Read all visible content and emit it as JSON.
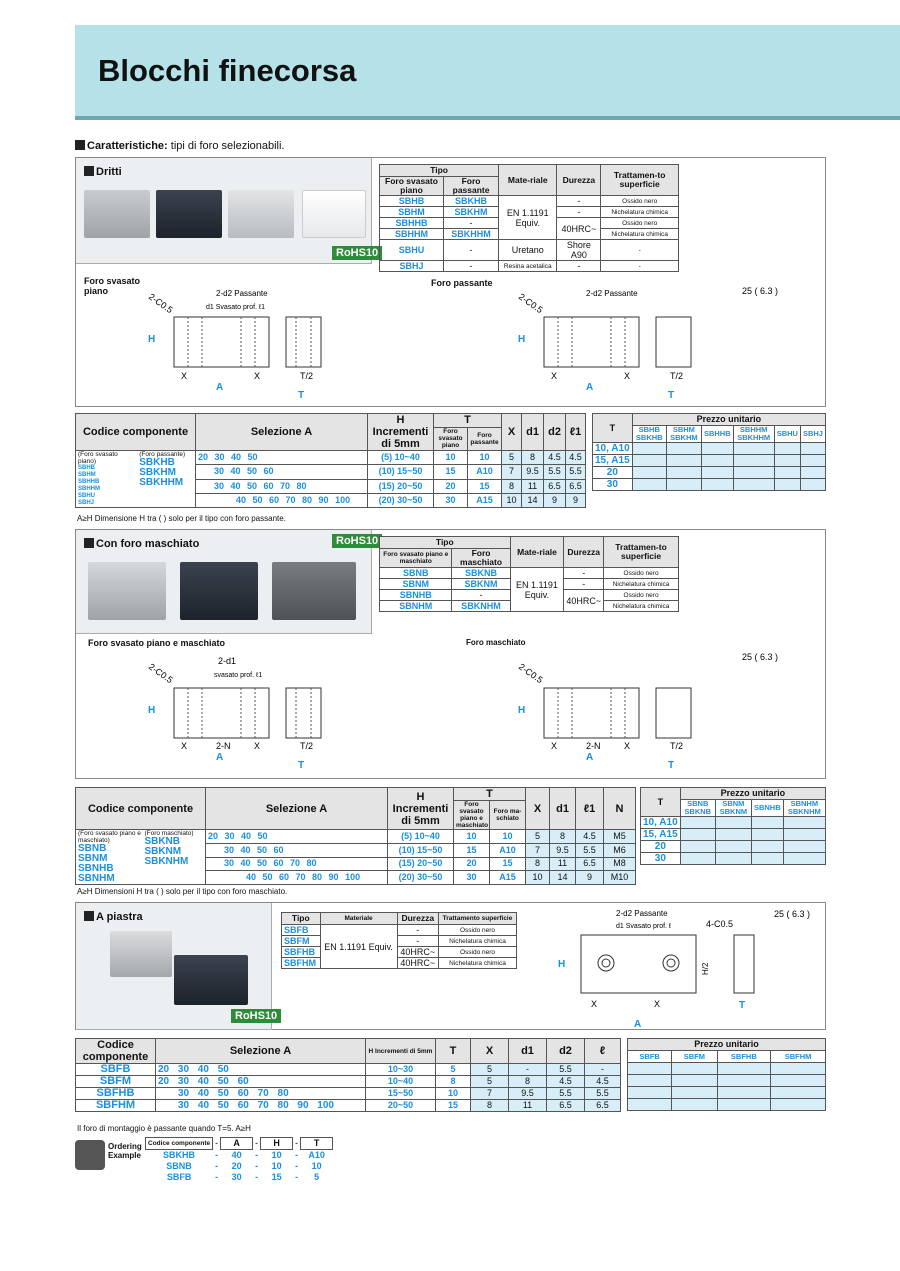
{
  "title": "Blocchi finecorsa",
  "features": {
    "label": "Caratteristiche:",
    "text": "tipi di foro selezionabili."
  },
  "s1": {
    "label": "Dritti",
    "rohs": "RoHS10",
    "type_header": {
      "tipo": "Tipo",
      "c1": "Foro svasato piano",
      "c2": "Foro passante",
      "mat": "Mate-riale",
      "dur": "Durezza",
      "tr": "Trattamen-to superficie"
    },
    "types": [
      [
        "SBHB",
        "SBKHB",
        "-",
        "Ossido nero"
      ],
      [
        "SBHM",
        "SBKHM",
        "-",
        "Nichelatura chimica"
      ],
      [
        "SBHHB",
        "-",
        "40HRC~",
        "Ossido nero"
      ],
      [
        "SBHHM",
        "SBKHHM",
        "40HRC~",
        "Nichelatura chimica"
      ],
      [
        "SBHU",
        "-",
        "Shore A90",
        "-"
      ],
      [
        "SBHJ",
        "-",
        "-",
        "-"
      ]
    ],
    "mat_steel": "EN 1.1191 Equiv.",
    "mat_u": "Uretano",
    "mat_j": "Resina acetalica",
    "d1_title": "Foro svasato piano",
    "d2_title": "Foro passante",
    "d1_hole": "2-d2 Passante",
    "d1_cb": "d1 Svasato prof. ℓ1",
    "d2_hole": "2-d2 Passante"
  },
  "t1": {
    "h_code": "Codice componente",
    "h_sel": "Selezione A",
    "h_H": "H Incrementi di 5mm",
    "h_T": "T",
    "h_T1": "Foro svasato piano",
    "h_T2": "Foro passante",
    "h_X": "X",
    "h_d1": "d1",
    "h_d2": "d2",
    "h_l1": "ℓ1",
    "code_note1": "(Foro svasato piano)",
    "code_note2": "(Foro passante)",
    "codes1": [
      "SBHB",
      "SBHM",
      "SBHHB",
      "SBHHM",
      "SBHU",
      "SBHJ"
    ],
    "codes2": [
      "SBKHB",
      "SBKHM",
      "SBKHHM"
    ],
    "rows": [
      [
        "20  30  40  50",
        "(5) 10~40",
        "10",
        "10",
        "5",
        "8",
        "4.5",
        "4.5"
      ],
      [
        "30  40  50  60",
        "(10) 15~50",
        "15",
        "A10",
        "7",
        "9.5",
        "5.5",
        "5.5"
      ],
      [
        "30  40  50  60  70  80",
        "(15) 20~50",
        "20",
        "15",
        "8",
        "11",
        "6.5",
        "6.5"
      ],
      [
        "40  50  60  70  80  90  100",
        "(20) 30~50",
        "30",
        "A15",
        "10",
        "14",
        "9",
        "9"
      ]
    ],
    "note": "A≥H   Dimensione H tra ( ) solo per il tipo con foro passante.",
    "price": {
      "T": "T",
      "title": "Prezzo unitario",
      "cols": [
        "SBHB SBKHB",
        "SBHM SBKHM",
        "SBHHB",
        "SBHHM SBKHHM",
        "SBHU",
        "SBHJ"
      ],
      "rows": [
        "10, A10",
        "15, A15",
        "20",
        "30"
      ]
    }
  },
  "s2": {
    "label": "Con foro maschiato",
    "rohs": "RoHS10",
    "type_header": {
      "tipo": "Tipo",
      "c1": "Foro svasato piano e maschiato",
      "c2": "Foro maschiato",
      "mat": "Mate-riale",
      "dur": "Durezza",
      "tr": "Trattamen-to superficie"
    },
    "types": [
      [
        "SBNB",
        "SBKNB",
        "-",
        "Ossido nero"
      ],
      [
        "SBNM",
        "SBKNM",
        "-",
        "Nichelatura chimica"
      ],
      [
        "SBNHB",
        "-",
        "40HRC~",
        "Ossido nero"
      ],
      [
        "SBNHM",
        "SBKNHM",
        "40HRC~",
        "Nichelatura chimica"
      ]
    ],
    "mat_steel": "EN 1.1191 Equiv.",
    "d1_title": "Foro svasato piano e maschiato",
    "d2_title": "Foro maschiato",
    "d1_hole": "2-d1",
    "d1_cb": "svasato prof. ℓ1"
  },
  "t2": {
    "h_code": "Codice componente",
    "h_sel": "Selezione A",
    "h_H": "H Incrementi di 5mm",
    "h_T": "T",
    "h_T1": "Foro svasato piano e maschiato",
    "h_T2": "Foro ma-schiato",
    "h_X": "X",
    "h_d1": "d1",
    "h_l1": "ℓ1",
    "h_N": "N",
    "code_note1": "(Foro svasato piano e maschiato)",
    "code_note2": "(Foro maschiato)",
    "codes1": [
      "SBNB",
      "SBNM",
      "SBNHB",
      "SBNHM"
    ],
    "codes2": [
      "SBKNB",
      "SBKNM",
      "SBKNHM"
    ],
    "rows": [
      [
        "20  30  40  50",
        "(5) 10~40",
        "10",
        "10",
        "5",
        "8",
        "4.5",
        "M5"
      ],
      [
        "30  40  50  60",
        "(10) 15~50",
        "15",
        "A10",
        "7",
        "9.5",
        "5.5",
        "M6"
      ],
      [
        "30  40  50  60  70  80",
        "(15) 20~50",
        "20",
        "15",
        "8",
        "11",
        "6.5",
        "M8"
      ],
      [
        "40  50  60  70  80  90  100",
        "(20) 30~50",
        "30",
        "A15",
        "10",
        "14",
        "9",
        "M10"
      ]
    ],
    "note": "A≥H   Dimensioni H tra ( ) solo per il tipo con foro maschiato.",
    "price": {
      "T": "T",
      "title": "Prezzo unitario",
      "cols": [
        "SBNB SBKNB",
        "SBNM SBKNM",
        "SBNHB",
        "SBNHM SBKNHM"
      ],
      "rows": [
        "10, A10",
        "15, A15",
        "20",
        "30"
      ]
    }
  },
  "s3": {
    "label": "A piastra",
    "rohs": "RoHS10",
    "type_header": {
      "tipo": "Tipo",
      "mat": "Materiale",
      "dur": "Durezza",
      "tr": "Trattamento superficie"
    },
    "types": [
      [
        "SBFB",
        "-",
        "Ossido nero"
      ],
      [
        "SBFM",
        "-",
        "Nichelatura chimica"
      ],
      [
        "SBFHB",
        "40HRC~",
        "Ossido nero"
      ],
      [
        "SBFHM",
        "40HRC~",
        "Nichelatura chimica"
      ]
    ],
    "mat_steel": "EN 1.1191 Equiv.",
    "d_hole": "2-d2 Passante",
    "d_cb": "d1 Svasato prof. ℓ",
    "d_chamf": "4-C0.5"
  },
  "t3": {
    "h_code": "Codice componente",
    "h_sel": "Selezione A",
    "h_H": "H Incrementi di 5mm",
    "h_T": "T",
    "h_X": "X",
    "h_d1": "d1",
    "h_d2": "d2",
    "h_l": "ℓ",
    "rows": [
      [
        "SBFB",
        "20  30  40  50",
        "10~30",
        "5",
        "5",
        "-",
        "5.5",
        "-"
      ],
      [
        "SBFM",
        "20  30  40  50  60",
        "10~40",
        "8",
        "5",
        "8",
        "4.5",
        "4.5"
      ],
      [
        "SBFHB",
        "30  40  50  60  70  80",
        "15~50",
        "10",
        "7",
        "9.5",
        "5.5",
        "5.5"
      ],
      [
        "SBFHM",
        "30  40  50  60  70  80  90  100",
        "20~50",
        "15",
        "8",
        "11",
        "6.5",
        "6.5"
      ]
    ],
    "note": "Il foro di montaggio è passante quando T=5.   A≥H",
    "price": {
      "title": "Prezzo unitario",
      "cols": [
        "SBFB",
        "SBFM",
        "SBFHB",
        "SBFHM"
      ]
    }
  },
  "ordering": {
    "label": "Ordering Example",
    "head": [
      "Codice componente",
      "A",
      "H",
      "T"
    ],
    "rows": [
      [
        "SBKHB",
        "40",
        "10",
        "A10"
      ],
      [
        "SBNB",
        "20",
        "10",
        "10"
      ],
      [
        "SBFB",
        "30",
        "15",
        "5"
      ]
    ]
  },
  "dim": {
    "H": "H",
    "A": "A",
    "X": "X",
    "T": "T",
    "T2": "T/2",
    "H2": "H/2",
    "c05": "2-C0.5",
    "N": "2-N",
    "r63": "6.3",
    "r25": "25"
  }
}
